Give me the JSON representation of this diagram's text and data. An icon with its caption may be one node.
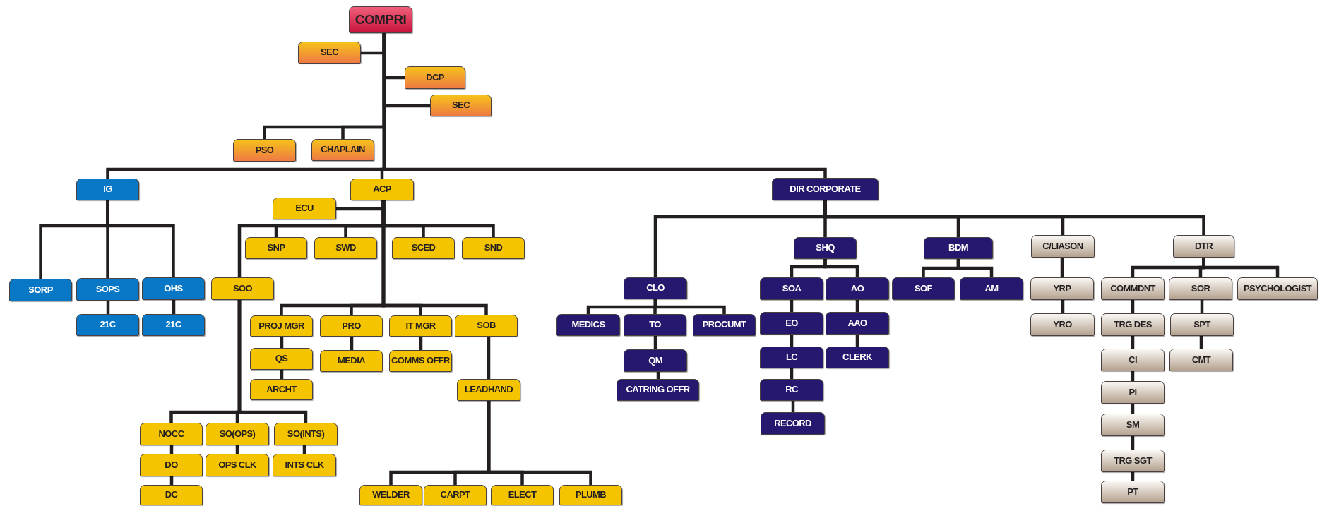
{
  "diagram": {
    "nodes": [
      {
        "text": [
          "COMPRI"
        ]
      },
      {
        "text": [
          "SEC"
        ]
      },
      {
        "text": [
          "DCP"
        ]
      },
      {
        "text": [
          "SEC"
        ]
      },
      {
        "text": [
          "PSO"
        ]
      },
      {
        "text": [
          "CHAPLAIN"
        ]
      },
      {
        "text": [
          "IG"
        ]
      },
      {
        "text": [
          "ACP"
        ]
      },
      {
        "text": [
          "DIR CORPORATE"
        ]
      },
      {
        "text": [
          "ECU"
        ]
      },
      {
        "text": [
          "SNP"
        ]
      },
      {
        "text": [
          "SWD"
        ]
      },
      {
        "text": [
          "SCED"
        ]
      },
      {
        "text": [
          "SND"
        ]
      },
      {
        "text": [
          "SORP"
        ]
      },
      {
        "text": [
          "SOPS"
        ]
      },
      {
        "text": [
          "OHS"
        ]
      },
      {
        "text": [
          "SOO"
        ]
      },
      {
        "text": [
          "21C"
        ]
      },
      {
        "text": [
          "21C"
        ]
      },
      {
        "text": [
          "PROJ MGR"
        ]
      },
      {
        "text": [
          "PRO"
        ]
      },
      {
        "text": [
          "IT MGR"
        ]
      },
      {
        "text": [
          "SOB"
        ]
      },
      {
        "text": [
          "QS"
        ]
      },
      {
        "text": [
          "MEDIA"
        ]
      },
      {
        "text": [
          "COMMS OFFR"
        ]
      },
      {
        "text": [
          "ARCHT"
        ]
      },
      {
        "text": [
          "LEADHAND"
        ]
      },
      {
        "text": [
          "NOCC"
        ]
      },
      {
        "text": [
          "SO(OPS)"
        ]
      },
      {
        "text": [
          "SO(INTS)"
        ]
      },
      {
        "text": [
          "DO"
        ]
      },
      {
        "text": [
          "OPS CLK"
        ]
      },
      {
        "text": [
          "INTS CLK"
        ]
      },
      {
        "text": [
          "DC"
        ]
      },
      {
        "text": [
          "WELDER"
        ]
      },
      {
        "text": [
          "CARPT"
        ]
      },
      {
        "text": [
          "ELECT"
        ]
      },
      {
        "text": [
          "PLUMB"
        ]
      },
      {
        "text": [
          "CLO"
        ]
      },
      {
        "text": [
          "SHQ"
        ]
      },
      {
        "text": [
          "BDM"
        ]
      },
      {
        "text": [
          "C/LIASON"
        ]
      },
      {
        "text": [
          "DTR"
        ]
      },
      {
        "text": [
          "MEDICS"
        ]
      },
      {
        "text": [
          "TO"
        ]
      },
      {
        "text": [
          "PROCUMT"
        ]
      },
      {
        "text": [
          "SOA"
        ]
      },
      {
        "text": [
          "AO"
        ]
      },
      {
        "text": [
          "SOF"
        ]
      },
      {
        "text": [
          "AM"
        ]
      },
      {
        "text": [
          "YRP"
        ]
      },
      {
        "text": [
          "COMMDNT"
        ]
      },
      {
        "text": [
          "SOR"
        ]
      },
      {
        "text": [
          "PSYCHOLOGIST"
        ]
      },
      {
        "text": [
          "QM"
        ]
      },
      {
        "text": [
          "CATRING OFFR"
        ]
      },
      {
        "text": [
          "EO"
        ]
      },
      {
        "text": [
          "AAO"
        ]
      },
      {
        "text": [
          "YRO"
        ]
      },
      {
        "text": [
          "TRG DES"
        ]
      },
      {
        "text": [
          "SPT"
        ]
      },
      {
        "text": [
          "LC"
        ]
      },
      {
        "text": [
          "CLERK"
        ]
      },
      {
        "text": [
          "CI"
        ]
      },
      {
        "text": [
          "CMT"
        ]
      },
      {
        "text": [
          "RC"
        ]
      },
      {
        "text": [
          "PI"
        ]
      },
      {
        "text": [
          "RECORD"
        ]
      },
      {
        "text": [
          "SM"
        ]
      },
      {
        "text": [
          "TRG SGT"
        ]
      },
      {
        "text": [
          "PT"
        ]
      }
    ],
    "edges": [
      {
        "from": 0,
        "to": 1,
        "arrow": "none"
      },
      {
        "from": 0,
        "to": 2,
        "arrow": "none"
      },
      {
        "from": 0,
        "to": 3,
        "arrow": "none"
      },
      {
        "from": 0,
        "to": 4,
        "arrow": "none"
      },
      {
        "from": 0,
        "to": 5,
        "arrow": "none"
      },
      {
        "from": 0,
        "to": 6,
        "arrow": "none"
      },
      {
        "from": 0,
        "to": 7,
        "arrow": "none"
      },
      {
        "from": 0,
        "to": 8,
        "arrow": "none"
      },
      {
        "from": 7,
        "to": 9,
        "arrow": "none"
      },
      {
        "from": 7,
        "to": 10,
        "arrow": "none"
      },
      {
        "from": 7,
        "to": 11,
        "arrow": "none"
      },
      {
        "from": 7,
        "to": 12,
        "arrow": "none"
      },
      {
        "from": 7,
        "to": 13,
        "arrow": "none"
      },
      {
        "from": 7,
        "to": 17,
        "arrow": "none"
      },
      {
        "from": 7,
        "to": 20,
        "arrow": "none"
      },
      {
        "from": 7,
        "to": 21,
        "arrow": "none"
      },
      {
        "from": 7,
        "to": 22,
        "arrow": "none"
      },
      {
        "from": 7,
        "to": 23,
        "arrow": "none"
      },
      {
        "from": 6,
        "to": 14,
        "arrow": "none"
      },
      {
        "from": 6,
        "to": 15,
        "arrow": "none"
      },
      {
        "from": 6,
        "to": 16,
        "arrow": "none"
      },
      {
        "from": 15,
        "to": 18,
        "arrow": "none"
      },
      {
        "from": 16,
        "to": 19,
        "arrow": "none"
      },
      {
        "from": 17,
        "to": 29,
        "arrow": "none"
      },
      {
        "from": 17,
        "to": 30,
        "arrow": "none"
      },
      {
        "from": 17,
        "to": 31,
        "arrow": "none"
      },
      {
        "from": 29,
        "to": 32,
        "arrow": "none"
      },
      {
        "from": 32,
        "to": 35,
        "arrow": "none"
      },
      {
        "from": 30,
        "to": 33,
        "arrow": "none"
      },
      {
        "from": 31,
        "to": 34,
        "arrow": "none"
      },
      {
        "from": 20,
        "to": 24,
        "arrow": "none"
      },
      {
        "from": 24,
        "to": 27,
        "arrow": "none"
      },
      {
        "from": 21,
        "to": 25,
        "arrow": "none"
      },
      {
        "from": 22,
        "to": 26,
        "arrow": "none"
      },
      {
        "from": 23,
        "to": 28,
        "arrow": "none"
      },
      {
        "from": 28,
        "to": 36,
        "arrow": "none"
      },
      {
        "from": 28,
        "to": 37,
        "arrow": "none"
      },
      {
        "from": 28,
        "to": 38,
        "arrow": "none"
      },
      {
        "from": 28,
        "to": 39,
        "arrow": "none"
      },
      {
        "from": 8,
        "to": 40,
        "arrow": "none"
      },
      {
        "from": 8,
        "to": 41,
        "arrow": "none"
      },
      {
        "from": 8,
        "to": 42,
        "arrow": "none"
      },
      {
        "from": 8,
        "to": 43,
        "arrow": "none"
      },
      {
        "from": 8,
        "to": 44,
        "arrow": "none"
      },
      {
        "from": 40,
        "to": 45,
        "arrow": "none"
      },
      {
        "from": 40,
        "to": 46,
        "arrow": "none"
      },
      {
        "from": 40,
        "to": 47,
        "arrow": "none"
      },
      {
        "from": 46,
        "to": 56,
        "arrow": "none"
      },
      {
        "from": 56,
        "to": 57,
        "arrow": "none"
      },
      {
        "from": 41,
        "to": 48,
        "arrow": "none"
      },
      {
        "from": 41,
        "to": 49,
        "arrow": "none"
      },
      {
        "from": 48,
        "to": 58,
        "arrow": "none"
      },
      {
        "from": 58,
        "to": 63,
        "arrow": "none"
      },
      {
        "from": 63,
        "to": 67,
        "arrow": "none"
      },
      {
        "from": 67,
        "to": 69,
        "arrow": "none"
      },
      {
        "from": 49,
        "to": 59,
        "arrow": "none"
      },
      {
        "from": 59,
        "to": 64,
        "arrow": "none"
      },
      {
        "from": 42,
        "to": 50,
        "arrow": "none"
      },
      {
        "from": 42,
        "to": 51,
        "arrow": "none"
      },
      {
        "from": 43,
        "to": 52,
        "arrow": "none"
      },
      {
        "from": 52,
        "to": 60,
        "arrow": "none"
      },
      {
        "from": 44,
        "to": 53,
        "arrow": "none"
      },
      {
        "from": 44,
        "to": 54,
        "arrow": "none"
      },
      {
        "from": 44,
        "to": 55,
        "arrow": "none"
      },
      {
        "from": 53,
        "to": 61,
        "arrow": "none"
      },
      {
        "from": 61,
        "to": 65,
        "arrow": "none"
      },
      {
        "from": 65,
        "to": 68,
        "arrow": "none"
      },
      {
        "from": 68,
        "to": 70,
        "arrow": "none"
      },
      {
        "from": 70,
        "to": 71,
        "arrow": "none"
      },
      {
        "from": 71,
        "to": 72,
        "arrow": "none"
      },
      {
        "from": 54,
        "to": 62,
        "arrow": "none"
      },
      {
        "from": 62,
        "to": 66,
        "arrow": "none"
      }
    ]
  }
}
